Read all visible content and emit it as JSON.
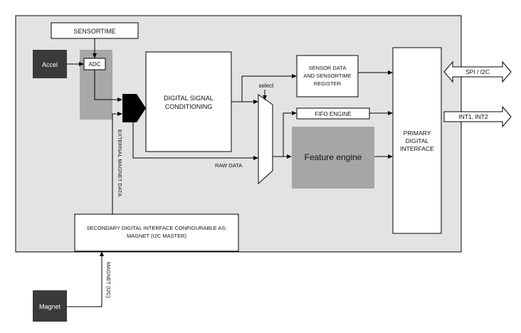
{
  "colors": {
    "chip_bg": "#e3e3e3",
    "dark_box": "#3a3a3a",
    "adc_group": "#a8a8a8",
    "feature_box": "#a6a6a6",
    "line": "#000000",
    "box_fill": "#ffffff"
  },
  "labels": {
    "sensortime": "SENSORTIME",
    "accel": "Accel",
    "adc": "ADC",
    "dsc_line1": "DIGITAL SIGNAL",
    "dsc_line2": "CONDITIONING",
    "sensor_data_line1": "SENSOR DATA",
    "sensor_data_line2": "AND SENSORTIME",
    "sensor_data_line3": "REGISTER",
    "select": "select",
    "fifo": "FIFO ENGINE",
    "feature": "Feature engine",
    "pdi_line1": "PRIMARY",
    "pdi_line2": "DIGITAL",
    "pdi_line3": "INTERFACE",
    "spi": "SPI / I2C",
    "int": "INT1, INT2",
    "raw_data": "RAW DATA",
    "ext_magnet": "EXTERNAL MAGNET DATA",
    "sdi_line1": "SECONDARY DIGITAL INTERFACE CONFIGURABLE AS:",
    "sdi_line2": "MAGNET (I2C MASTER)",
    "magnet_i2c": "MAGNET (I2C)",
    "magnet": "Magnet"
  }
}
